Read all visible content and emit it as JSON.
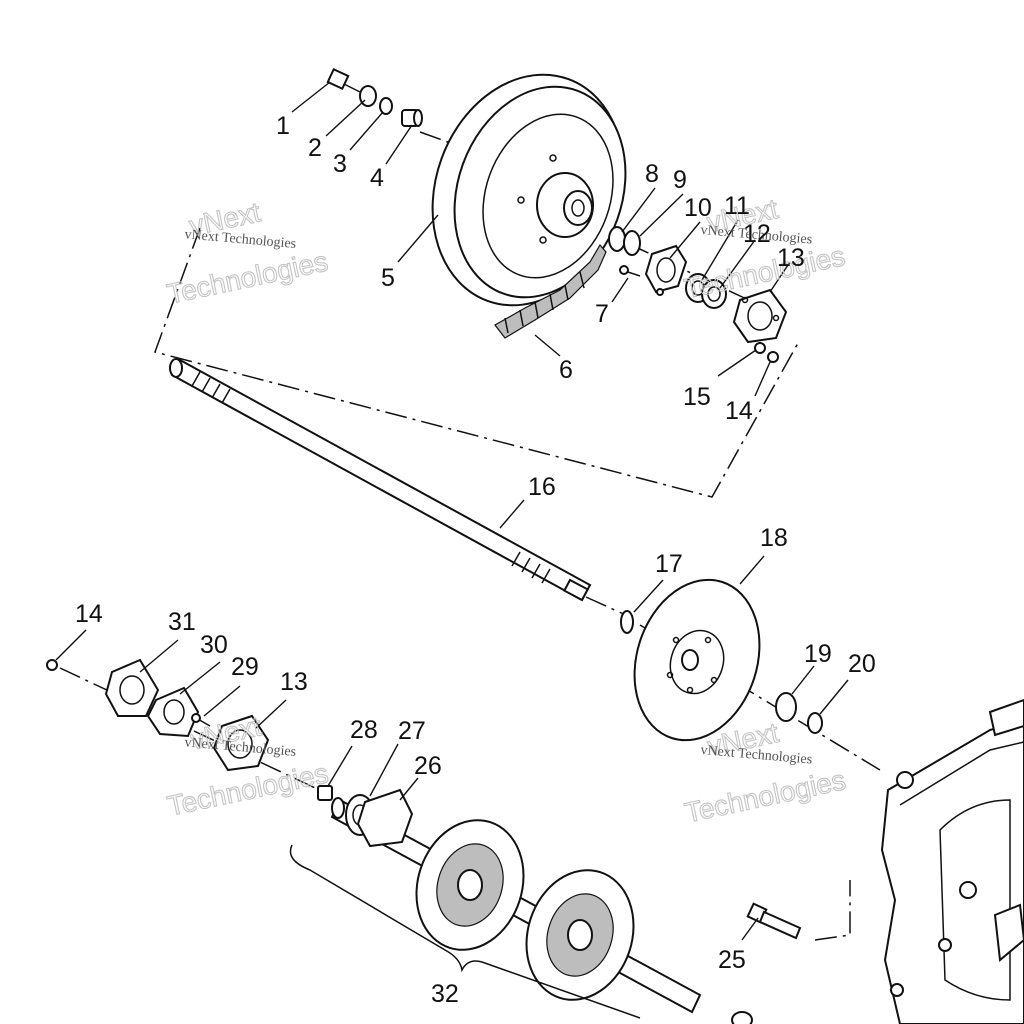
{
  "callouts": {
    "c1": "1",
    "c2": "2",
    "c3": "3",
    "c4": "4",
    "c5": "5",
    "c6": "6",
    "c7": "7",
    "c8": "8",
    "c9": "9",
    "c10": "10",
    "c11": "11",
    "c12": "12",
    "c13a": "13",
    "c13b": "13",
    "c14a": "14",
    "c14b": "14",
    "c15": "15",
    "c16": "16",
    "c17": "17",
    "c18": "18",
    "c19": "19",
    "c20": "20",
    "c25": "25",
    "c26": "26",
    "c27": "27",
    "c28": "28",
    "c29": "29",
    "c30": "30",
    "c31": "31",
    "c32": "32"
  },
  "watermarks": {
    "brand": "vNext",
    "company": "vNext Technologies",
    "technologies": "Technologies"
  },
  "colors": {
    "ink": "#111111",
    "watermark": "#c4c4c4",
    "background": "#ffffff"
  }
}
